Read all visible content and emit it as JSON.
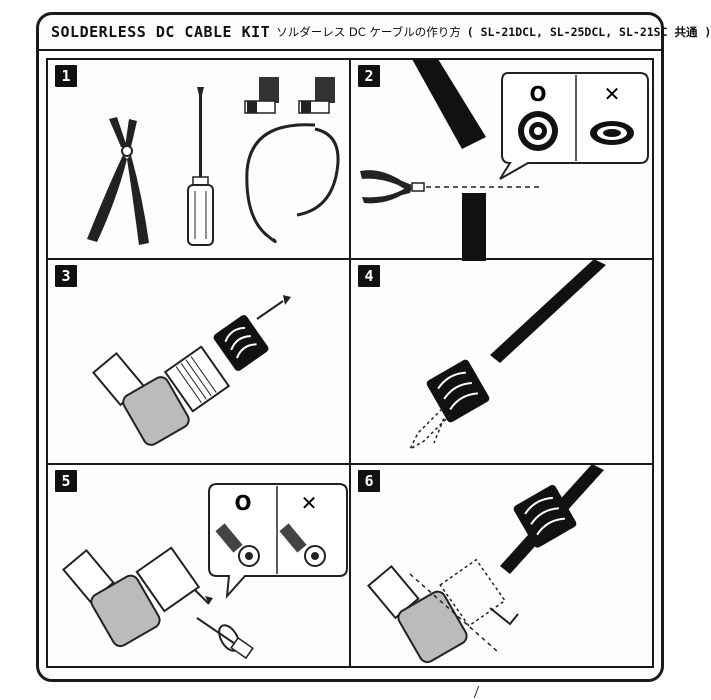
{
  "header": {
    "title": "SOLDERLESS DC CABLE KIT",
    "subtitle_jp": "ソルダーレス DC ケーブルの作り方",
    "models": "( SL-21DCL, SL-25DCL, SL-21SC 共通 )"
  },
  "steps": [
    {
      "number": "1"
    },
    {
      "number": "2"
    },
    {
      "number": "3"
    },
    {
      "number": "4"
    },
    {
      "number": "5"
    },
    {
      "number": "6"
    }
  ],
  "callouts": {
    "good_mark": "O",
    "bad_mark": "✕"
  }
}
